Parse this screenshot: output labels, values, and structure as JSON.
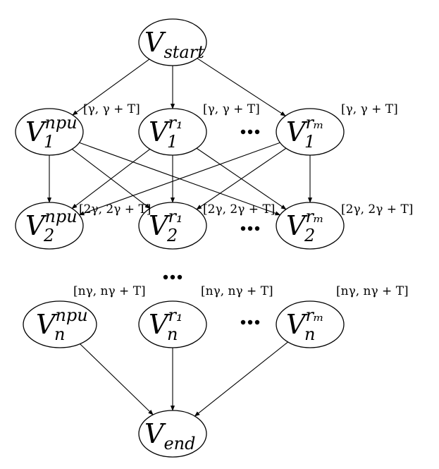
{
  "nodes": {
    "start": {
      "base": "V",
      "sub": "start",
      "sup": ""
    },
    "l1_npu": {
      "base": "V",
      "sub": "1",
      "sup": "npu"
    },
    "l1_r1": {
      "base": "V",
      "sub": "1",
      "sup": "r₁"
    },
    "l1_rm": {
      "base": "V",
      "sub": "1",
      "sup": "rₘ"
    },
    "l2_npu": {
      "base": "V",
      "sub": "2",
      "sup": "npu"
    },
    "l2_r1": {
      "base": "V",
      "sub": "2",
      "sup": "r₁"
    },
    "l2_rm": {
      "base": "V",
      "sub": "2",
      "sup": "rₘ"
    },
    "ln_npu": {
      "base": "V",
      "sub": "n",
      "sup": "npu"
    },
    "ln_r1": {
      "base": "V",
      "sub": "n",
      "sup": "r₁"
    },
    "ln_rm": {
      "base": "V",
      "sub": "n",
      "sup": "rₘ"
    },
    "end": {
      "base": "V",
      "sub": "end",
      "sup": ""
    }
  },
  "intervals": {
    "l1_npu": "[γ, γ + T]",
    "l1_r1": "[γ, γ + T]",
    "l1_rm": "[γ, γ + T]",
    "l2_npu": "[2γ, 2γ + T]",
    "l2_r1": "[2γ, 2γ + T]",
    "l2_rm": "[2γ, 2γ + T]",
    "ln_npu": "[nγ, nγ + T]",
    "ln_r1": "[nγ, nγ + T]",
    "ln_rm": "[nγ, nγ + T]"
  },
  "edges": [
    [
      "start",
      "l1_npu"
    ],
    [
      "start",
      "l1_r1"
    ],
    [
      "start",
      "l1_rm"
    ],
    [
      "l1_npu",
      "l2_npu"
    ],
    [
      "l1_npu",
      "l2_r1"
    ],
    [
      "l1_npu",
      "l2_rm"
    ],
    [
      "l1_r1",
      "l2_npu"
    ],
    [
      "l1_r1",
      "l2_r1"
    ],
    [
      "l1_r1",
      "l2_rm"
    ],
    [
      "l1_rm",
      "l2_npu"
    ],
    [
      "l1_rm",
      "l2_r1"
    ],
    [
      "l1_rm",
      "l2_rm"
    ],
    [
      "ln_npu",
      "end"
    ],
    [
      "ln_r1",
      "end"
    ],
    [
      "ln_rm",
      "end"
    ]
  ]
}
